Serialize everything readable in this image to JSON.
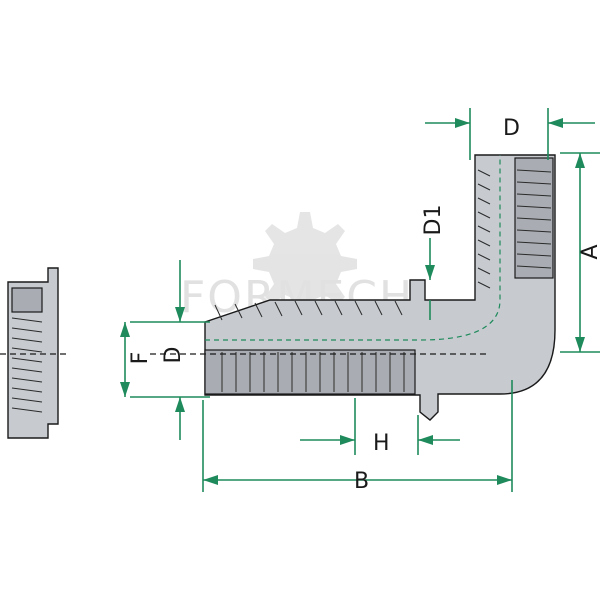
{
  "watermark": {
    "text": "FORMECH"
  },
  "labels": {
    "a": "A",
    "b": "B",
    "d_top": "D",
    "d_left": "D",
    "d1": "D1",
    "f": "F",
    "h": "H"
  },
  "colors": {
    "dimension": "#1f8a5b",
    "body": "#c7cbd0",
    "outline": "#1a1a1a",
    "watermark": "#c9c9c9"
  }
}
